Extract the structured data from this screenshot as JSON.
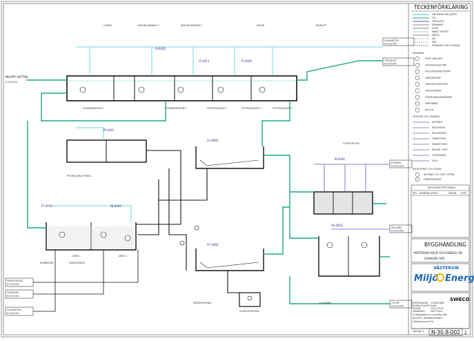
{
  "drawing": {
    "title_legend": "TECKENFÖRKLARING",
    "legend_lines": [
      "VÄSTERVIK FÅLLANEFF",
      "TILL",
      "TRYCKLUFT",
      "SPARNING",
      "SLAM",
      "INMAT. VATTEN",
      "RÅKÖV",
      "SKI",
      "SKR",
      "SPÄNNING UTAV SLAMAN."
    ],
    "legend_symbols_title": "MASKINER",
    "legend_symbols": [
      "PUMP (VAKUMP)",
      "CENTRIFUGALPUMP",
      "EXCENTERSKRUVPUMP",
      "OMRÖRAPUMP",
      "GRAVITATIONSFILTER",
      "SKRUVTRANSP.",
      "FÖRDELNINGSKAMMARE",
      "OMRÖRARE",
      "MOTOR"
    ],
    "legend_valves_title": "VENTILER OCH LEDNING",
    "legend_valves": [
      "AVSTÄNG",
      "BACKVENTIL",
      "REGLERVENT",
      "FJÄRRSTYRD",
      "MAGNETVENT.",
      "REDUKT. VENT",
      "FLÖDESREGL.",
      "LOCK"
    ],
    "legend_instr_title": "INSTRUMENT OCH GIVARE",
    "legend_instr": [
      "AVSTÄNG TILL GENT. STYRN",
      "FRÅNSTÄNGARE"
    ],
    "section_labels": [
      "LAMNIX",
      "AEROBLANDNING 1",
      "AEROBLANDNING 2",
      "AEROB",
      "NIVÅLUFT",
      "SLAMINDIKATION 1",
      "SLAMINDIKATION 2",
      "FETTAVSKILJARE 1",
      "FETTAVSKILJARE 2",
      "FETTAVSKILJARE 3",
      "PETURSLAMLUFTNING",
      "FILTERSTATION",
      "SEDIMENTERING",
      "DEKANTERING",
      "FLOCKNING",
      "DEKK 1",
      "DEKK 2",
      "NIVÅBRUNN",
      "SLAMFÖRTÄTNING"
    ],
    "inlet_label": "INLOPP VATTEN",
    "inlet_ref": "N-30.8-001",
    "right_connections": [
      {
        "label": "SLAMVATTEN",
        "ref": "N-30.8-005"
      },
      {
        "label": "TRYCKLUFT",
        "ref": "N-30.8-005"
      },
      {
        "label": "ETHANOL",
        "ref": "N-30.8-005"
      },
      {
        "label": "FÄLLNING",
        "ref": "N-30.8-005"
      },
      {
        "label": "UTLOPP",
        "ref": "N-30.8-005"
      }
    ],
    "left_connections": [
      {
        "label": "PUMPSTATION",
        "ref": "N-30.8-001"
      },
      {
        "label": "ÖVERLOPP",
        "ref": "N-30.8-001"
      },
      {
        "label": "SLAMVATTEN",
        "ref": "N-30.8-001"
      }
    ],
    "tag_codes": [
      "SI-4401",
      "LT-4411",
      "FI-4420",
      "PI-4421",
      "LS-4402",
      "FT-4410",
      "QI-4422",
      "M-4431",
      "SV-4441",
      "FC-4452"
    ],
    "utlopp_label": "UTLOPP",
    "revision_header": "REVISIONSFÖRTECKNING",
    "revision_cols": [
      "REV.",
      "ÄNDRING AVSER",
      "DATUM",
      "SIGN"
    ],
    "project_label": "BYGGHANDLING",
    "client_line1": "VÄSTERVIK MILJÖ OCH ENERGI AB",
    "client_line2": "GAMLEBY ARV",
    "logo_top": "VÄSTERVIK",
    "logo_main": "Miljö",
    "logo_main2": "Energi",
    "consultant": "SWECO",
    "info_rows": [
      {
        "k": "UPPDRAGSNR",
        "v": "1234567890"
      },
      {
        "k": "HANDLÄGGARE",
        "v": "RAAK"
      },
      {
        "k": "DATUM",
        "v": "2014-03-05"
      },
      {
        "k": "GRANSKAD",
        "v": "MATS KALL"
      }
    ],
    "subject_lines": [
      "Driftsgodkänd av Gamleby ARV",
      "BIOSTEG, SEDIMENTERING",
      "Flödesschema (F4)"
    ],
    "scale_label": "SKALA",
    "scale_value": "A3 1:-",
    "drawing_number": "N-30.8-002",
    "rev_mark": "2"
  }
}
